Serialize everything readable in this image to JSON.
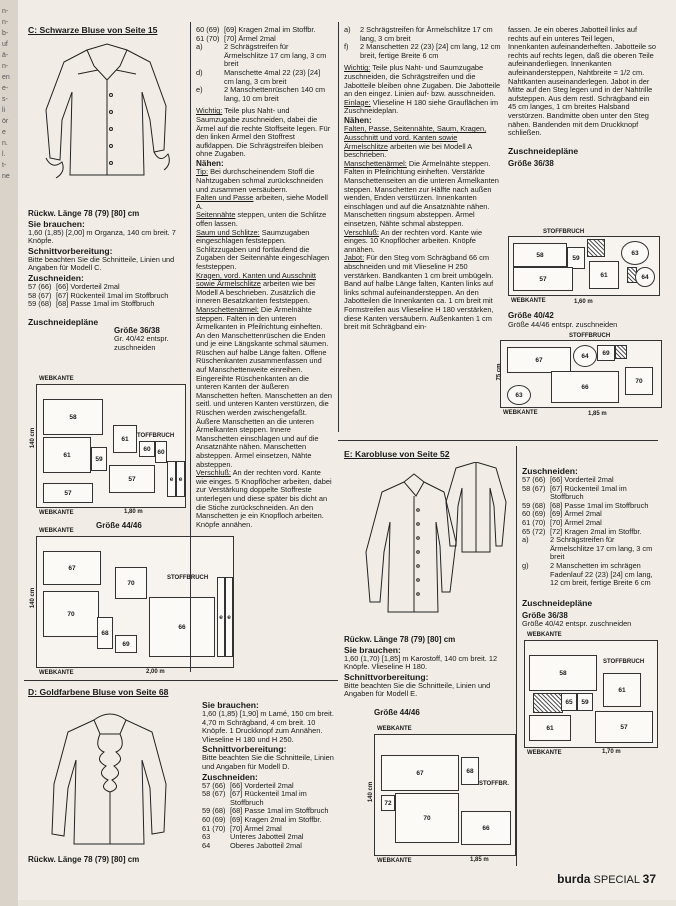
{
  "gutter": [
    "n-",
    "n-",
    "b-",
    "uf",
    "ä-",
    "n-",
    "en",
    "e-",
    "s-",
    "li",
    "ör",
    "e",
    "n.",
    "l.",
    "t-",
    "ne"
  ],
  "colA": {
    "title": "C: Schwarze Bluse von Seite 15",
    "caption": "Rückw. Länge 78 (79) [80] cm",
    "need_h": "Sie brauchen:",
    "need": "1,60 (1,85) [2,00] m Organza, 140 cm breit. 7 Knöpfe.",
    "prep_h": "Schnittvorbereitung:",
    "prep": "Bitte beachten Sie die Schnitteile, Linien und Angaben für Modell C.",
    "cut_h": "Zuschneiden:",
    "cut": [
      {
        "k": "57 (66)",
        "v": "[66] Vorderteil 2mal"
      },
      {
        "k": "58 (67)",
        "v": "[67] Rückenteil 1mal im Stoffbruch"
      },
      {
        "k": "59 (68)",
        "v": "[68] Passe 1mal im Stoffbruch"
      }
    ],
    "plans_h": "Zuschneidepläne",
    "size1": "Größe 36/38",
    "size1_note": "Gr. 40/42 entspr. zuschneiden",
    "size2": "Größe 44/46",
    "webkante": "WEBKANTE",
    "stoffbruch": "STOFFBRUCH",
    "len1": "1,80 m",
    "len2": "2,00 m",
    "w140": "140 cm"
  },
  "colB": {
    "lines": [
      {
        "k": "60 (69)",
        "v": "[69] Kragen 2mal im Stoffbr."
      },
      {
        "k": "61 (70)",
        "v": "[70] Ärmel 2mal"
      },
      {
        "k": "a)",
        "v": "2 Schrägstreifen für Ärmelschlitze 17 cm lang, 3 cm breit"
      },
      {
        "k": "d)",
        "v": "Manschette 4mal 22 (23) [24] cm lang, 3 cm breit"
      },
      {
        "k": "e)",
        "v": "2 Manschettenrüschen 140 cm lang, 10 cm breit"
      }
    ],
    "hint_label": "Wichtig:",
    "hint": "Teile plus Naht- und Saumzugabe zuschneiden, dabei die Ärmel auf die rechte Stoffseite legen. Für den linken Ärmel den Stoffrest aufklappen. Die Schrägstreifen bleiben ohne Zugaben.",
    "sew_h": "Nähen:",
    "tip_label": "Tip:",
    "tip": "Bei durchscheinendem Stoff die Nahtzugaben schmal zurückschneiden und zusammen versäubern.",
    "p1_label": "Falten und Passe",
    "p1": "arbeiten, siehe Modell A.",
    "p2_label": "Seitennähte",
    "p2": "steppen, unten die Schlitze offen lassen.",
    "p3_label": "Saum und Schlitze:",
    "p3": "Saumzugaben eingeschlagen feststeppen. Schlitzzugaben und fortlaufend die Zugaben der Seitennähte eingeschlagen feststeppen.",
    "p4_label": "Kragen, vord. Kanten und Ausschnitt sowie Ärmelschlitze",
    "p4": "arbeiten wie bei Modell A beschrieben. Zusätzlich die inneren Besatzkanten feststeppen.",
    "p5_label": "Manschettenärmel:",
    "p5": "Die Ärmelnähte steppen. Falten in den unteren Ärmelkanten in Pfeilrichtung einheften. An den Manschettenrüschen die Enden und je eine Längskante schmal säumen. Rüschen auf halbe Länge falten. Offene Rüschenkanten zusammenfassen und auf Manschettenweite einreihen. Eingereihte Rüschenkanten an die unteren Kanten der äußeren Manschetten heften. Manschetten an den seitl. und unteren Kanten verstürzen, die Rüschen werden zwischengefaßt. Äußere Manschetten an die unteren Ärmelkanten steppen. Innere Manschetten einschlagen und auf die Ansatznähte nähen. Manschetten absteppen. Ärmel einsetzen, Nähte absteppen.",
    "p6_label": "Verschluß:",
    "p6": "An der rechten vord. Kante wie einges. 5 Knopflöcher arbeiten, dabei zur Verstärkung doppelte Stoffreste unterlegen und diese später bis dicht an die Stiche zurückschneiden. An den Manschetten je ein Knopfloch arbeiten. Knöpfe annähen."
  },
  "colC": {
    "lines": [
      {
        "k": "a)",
        "v": "2 Schrägstreifen für Ärmelschlitze 17 cm lang, 3 cm breit"
      },
      {
        "k": "f)",
        "v": "2 Manschetten 22 (23) [24] cm lang, 12 cm breit, fertige Breite 6 cm"
      }
    ],
    "hint_label": "Wichtig:",
    "hint": "Teile plus Naht- und Saumzugabe zuschneiden, die Schrägstreifen und die Jabotteile bleiben ohne Zugaben. Die Jabotteile an den eingez. Linien auf- bzw. ausschneiden.",
    "ein_label": "Einlage:",
    "ein": "Vlieseline H 180 siehe Grauflächen im Zuschneideplan.",
    "sew_h": "Nähen:",
    "p1_label": "Falten, Passe, Seitennähte, Saum, Kragen, Ausschnitt und vord. Kanten sowie Ärmelschlitze",
    "p1": "arbeiten wie bei Modell A beschrieben.",
    "p2_label": "Manschettenärmel:",
    "p2": "Die Ärmelnähte steppen. Falten in Pfeilrichtung einheften. Verstärkte Manschettenseiten an die unteren Ärmelkanten steppen. Manschetten zur Hälfte nach außen wenden, Enden verstürzen. Innenkanten einschlagen und auf die Ansatznähte nähen. Manschetten ringsum absteppen. Ärmel einsetzen, Nähte schmal absteppen.",
    "p3_label": "Verschluß:",
    "p3": "An der rechten vord. Kante wie einges. 10 Knopflöcher arbeiten. Knöpfe annähen.",
    "p4_label": "Jabot:",
    "p4": "Für den Steg vom Schrägband 66 cm abschneiden und mit Vlieseline H 250 verstärken. Bandkanten 1 cm breit umbügeln. Band auf halbe Länge falten, Kanten links auf links schmal aufeinandersteppen. An den Jabotteilen die Innenkanten ca. 1 cm breit mit Formstreifen aus Vlieseline H 180 verstärken, diese Kanten versäubern. Außenkanten 1 cm breit mit Schrägband ein-"
  },
  "colD": {
    "text": "fassen. Je ein oberes Jabotteil links auf rechts auf ein unteres Teil legen, Innenkanten aufeinanderheften. Jabotteile so rechts auf rechts legen, daß die oberen Teile aufeinanderliegen. Innenkanten aufeinandersteppen, Nahtbreite = 1/2 cm. Nahtkanten auseinanderlegen. Jabot in der Mitte auf den Steg legen und in der Nahtrille aufsteppen. Aus dem restl. Schrägband ein 45 cm langes, 1 cm breites Halsband verstürzen. Bandmitte oben unter den Steg nähen. Bandenden mit dem Druckknopf schließen.",
    "plans_h": "Zuschneidepläne",
    "size1": "Größe 36/38",
    "size2": "Größe 40/42",
    "size2_note": "Größe 44/46 entspr. zuschneiden",
    "stoffbruch": "STOFFBRUCH",
    "webkante": "WEBKANTE",
    "len1": "1,60 m",
    "len2": "1,85 m",
    "w75": "75 cm"
  },
  "colE": {
    "title": "E: Karobluse von Seite 52",
    "caption": "Rückw. Länge 78 (79) [80] cm",
    "need_h": "Sie brauchen:",
    "need": "1,60 (1,70) [1,85] m Karostoff, 140 cm breit. 12 Knöpfe. Vlieseline H 180.",
    "prep_h": "Schnittvorbereitung:",
    "prep": "Bitte beachten Sie die Schnitteile, Linien und Angaben für Modell E.",
    "size": "Größe 44/46",
    "webkante": "WEBKANTE",
    "stoffbr": "STOFFBR.",
    "len": "1,85 m",
    "w140": "140 cm"
  },
  "colF": {
    "cut_h": "Zuschneiden:",
    "cut": [
      {
        "k": "57 (66)",
        "v": "[66] Vorderteil 2mal"
      },
      {
        "k": "58 (67)",
        "v": "[67] Rückenteil 1mal im Stoffbruch"
      },
      {
        "k": "59 (68)",
        "v": "[68] Passe 1mal im Stoffbruch"
      },
      {
        "k": "60 (69)",
        "v": "[69] Ärmel 2mal"
      },
      {
        "k": "61 (70)",
        "v": "[70] Ärmel 2mal"
      },
      {
        "k": "65 (72)",
        "v": "[72] Kragen 2mal im Stoffbr."
      },
      {
        "k": "a)",
        "v": "2 Schrägstreifen für Ärmelschlitze 17 cm lang, 3 cm breit"
      },
      {
        "k": "g)",
        "v": "2 Manschetten im schrägen Fadenlauf 22 (23) [24] cm lang, 12 cm breit, fertige Breite 6 cm"
      }
    ],
    "plans_h": "Zuschneidepläne",
    "size": "Größe 36/38",
    "size_note": "Größe 40/42 entspr. zuschneiden",
    "stoffbruch": "STOFFBRUCH",
    "webkante": "WEBKANTE",
    "len": "1,70 m"
  },
  "colG": {
    "title": "D: Goldfarbene Bluse von Seite 68",
    "caption": "Rückw. Länge 78 (79) [80] cm",
    "need_h": "Sie brauchen:",
    "need": "1,60 (1,85) [1,90] m Lamé, 150 cm breit. 4,70 m Schrägband, 4 cm breit. 10 Knöpfe. 1 Druckknopf zum Annähen. Vlieseline H 180 und H 250.",
    "prep_h": "Schnittvorbereitung:",
    "prep": "Bitte beachten Sie die Schnitteile, Linien und Angaben für Modell D.",
    "cut_h": "Zuschneiden:",
    "cut": [
      {
        "k": "57 (66)",
        "v": "[66] Vorderteil 2mal"
      },
      {
        "k": "58 (67)",
        "v": "[67] Rückenteil 1mal im Stoffbruch"
      },
      {
        "k": "59 (68)",
        "v": "[68] Passe 1mal im Stoffbruch"
      },
      {
        "k": "60 (69)",
        "v": "[69] Kragen 2mal im Stoffbr."
      },
      {
        "k": "61 (70)",
        "v": "[70] Ärmel 2mal"
      },
      {
        "k": "63",
        "v": "Unteres Jabotteil 2mal"
      },
      {
        "k": "64",
        "v": "Oberes Jabotteil 2mal"
      }
    ]
  },
  "footer": {
    "brand": "burda",
    "label": "SPECIAL",
    "page": "37"
  }
}
